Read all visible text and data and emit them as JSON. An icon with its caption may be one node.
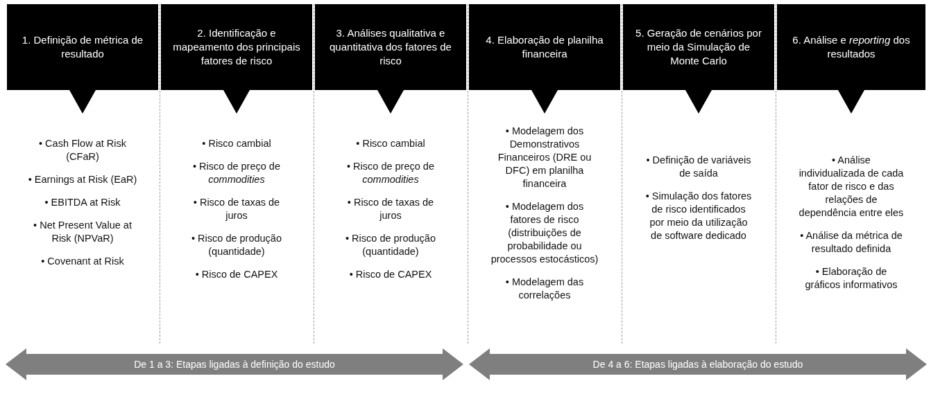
{
  "diagram": {
    "nodes": [
      {
        "text": [
          "1. Definição de métrica de resultado"
        ]
      },
      {
        "text": [
          "2. Identificação e mapeamento dos principais fatores de risco"
        ]
      },
      {
        "text": [
          "3. Análises qualitativa e quantitativa dos fatores de risco"
        ]
      },
      {
        "text": [
          "4. Elaboração de planilha financeira"
        ]
      },
      {
        "text": [
          "5. Geração de cenários por meio da Simulação de Monte Carlo"
        ]
      },
      {
        "text": [
          "6. Análise e *reporting* dos resultados"
        ]
      },
      {
        "text": [
          "De 1 a 3: Etapas ligadas à definição do estudo"
        ]
      },
      {
        "text": [
          "De 4 a 6: Etapas ligadas à elaboração do estudo"
        ]
      }
    ],
    "edges": [],
    "labels": [
      "• Cash Flow at Risk (CFaR)",
      "• Earnings at Risk (EaR)",
      "• EBITDA at Risk",
      "• Net Present Value at Risk (NPVaR)",
      "• Covenant at Risk",
      "• Risco cambial",
      "• Risco de preço de *commodities*",
      "• Risco de taxas de juros",
      "• Risco de produção (quantidade)",
      "• Risco de CAPEX",
      "• Risco cambial",
      "• Risco de preço de *commodities*",
      "• Risco de taxas de juros",
      "• Risco de produção (quantidade)",
      "• Risco de CAPEX",
      "• Modelagem dos Demonstrativos Financeiros (DRE ou DFC) em planilha financeira",
      "• Modelagem dos fatores de risco (distribuições de probabilidade ou processos estocásticos)",
      "• Modelagem das correlações",
      "• Definição de variáveis de saída",
      "• Simulação dos fatores de risco identificados por meio da utilização de software dedicado",
      "• Análise individualizada de cada fator de risco e das relações de dependência entre eles",
      "• Análise da métrica de resultado definida",
      "• Elaboração de gráficos informativos"
    ]
  }
}
